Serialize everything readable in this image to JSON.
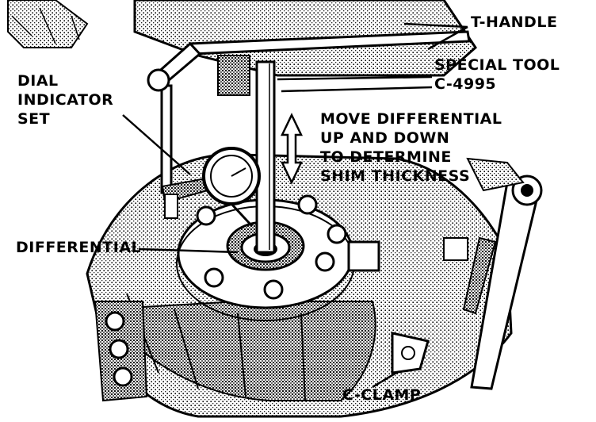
{
  "labels": {
    "t_handle": "T-HANDLE",
    "special_tool": [
      "SPECIAL TOOL",
      "C-4995"
    ],
    "dial_indicator": [
      "DIAL",
      "INDICATOR",
      "SET"
    ],
    "instruction": [
      "MOVE DIFFERENTIAL",
      "UP AND DOWN",
      "TO DETERMINE",
      "SHIM THICKNESS"
    ],
    "differential": "DIFFERENTIAL",
    "c_clamp": "C-CLAMP"
  },
  "colors": {
    "ink": "#000000",
    "paper": "#ffffff"
  }
}
